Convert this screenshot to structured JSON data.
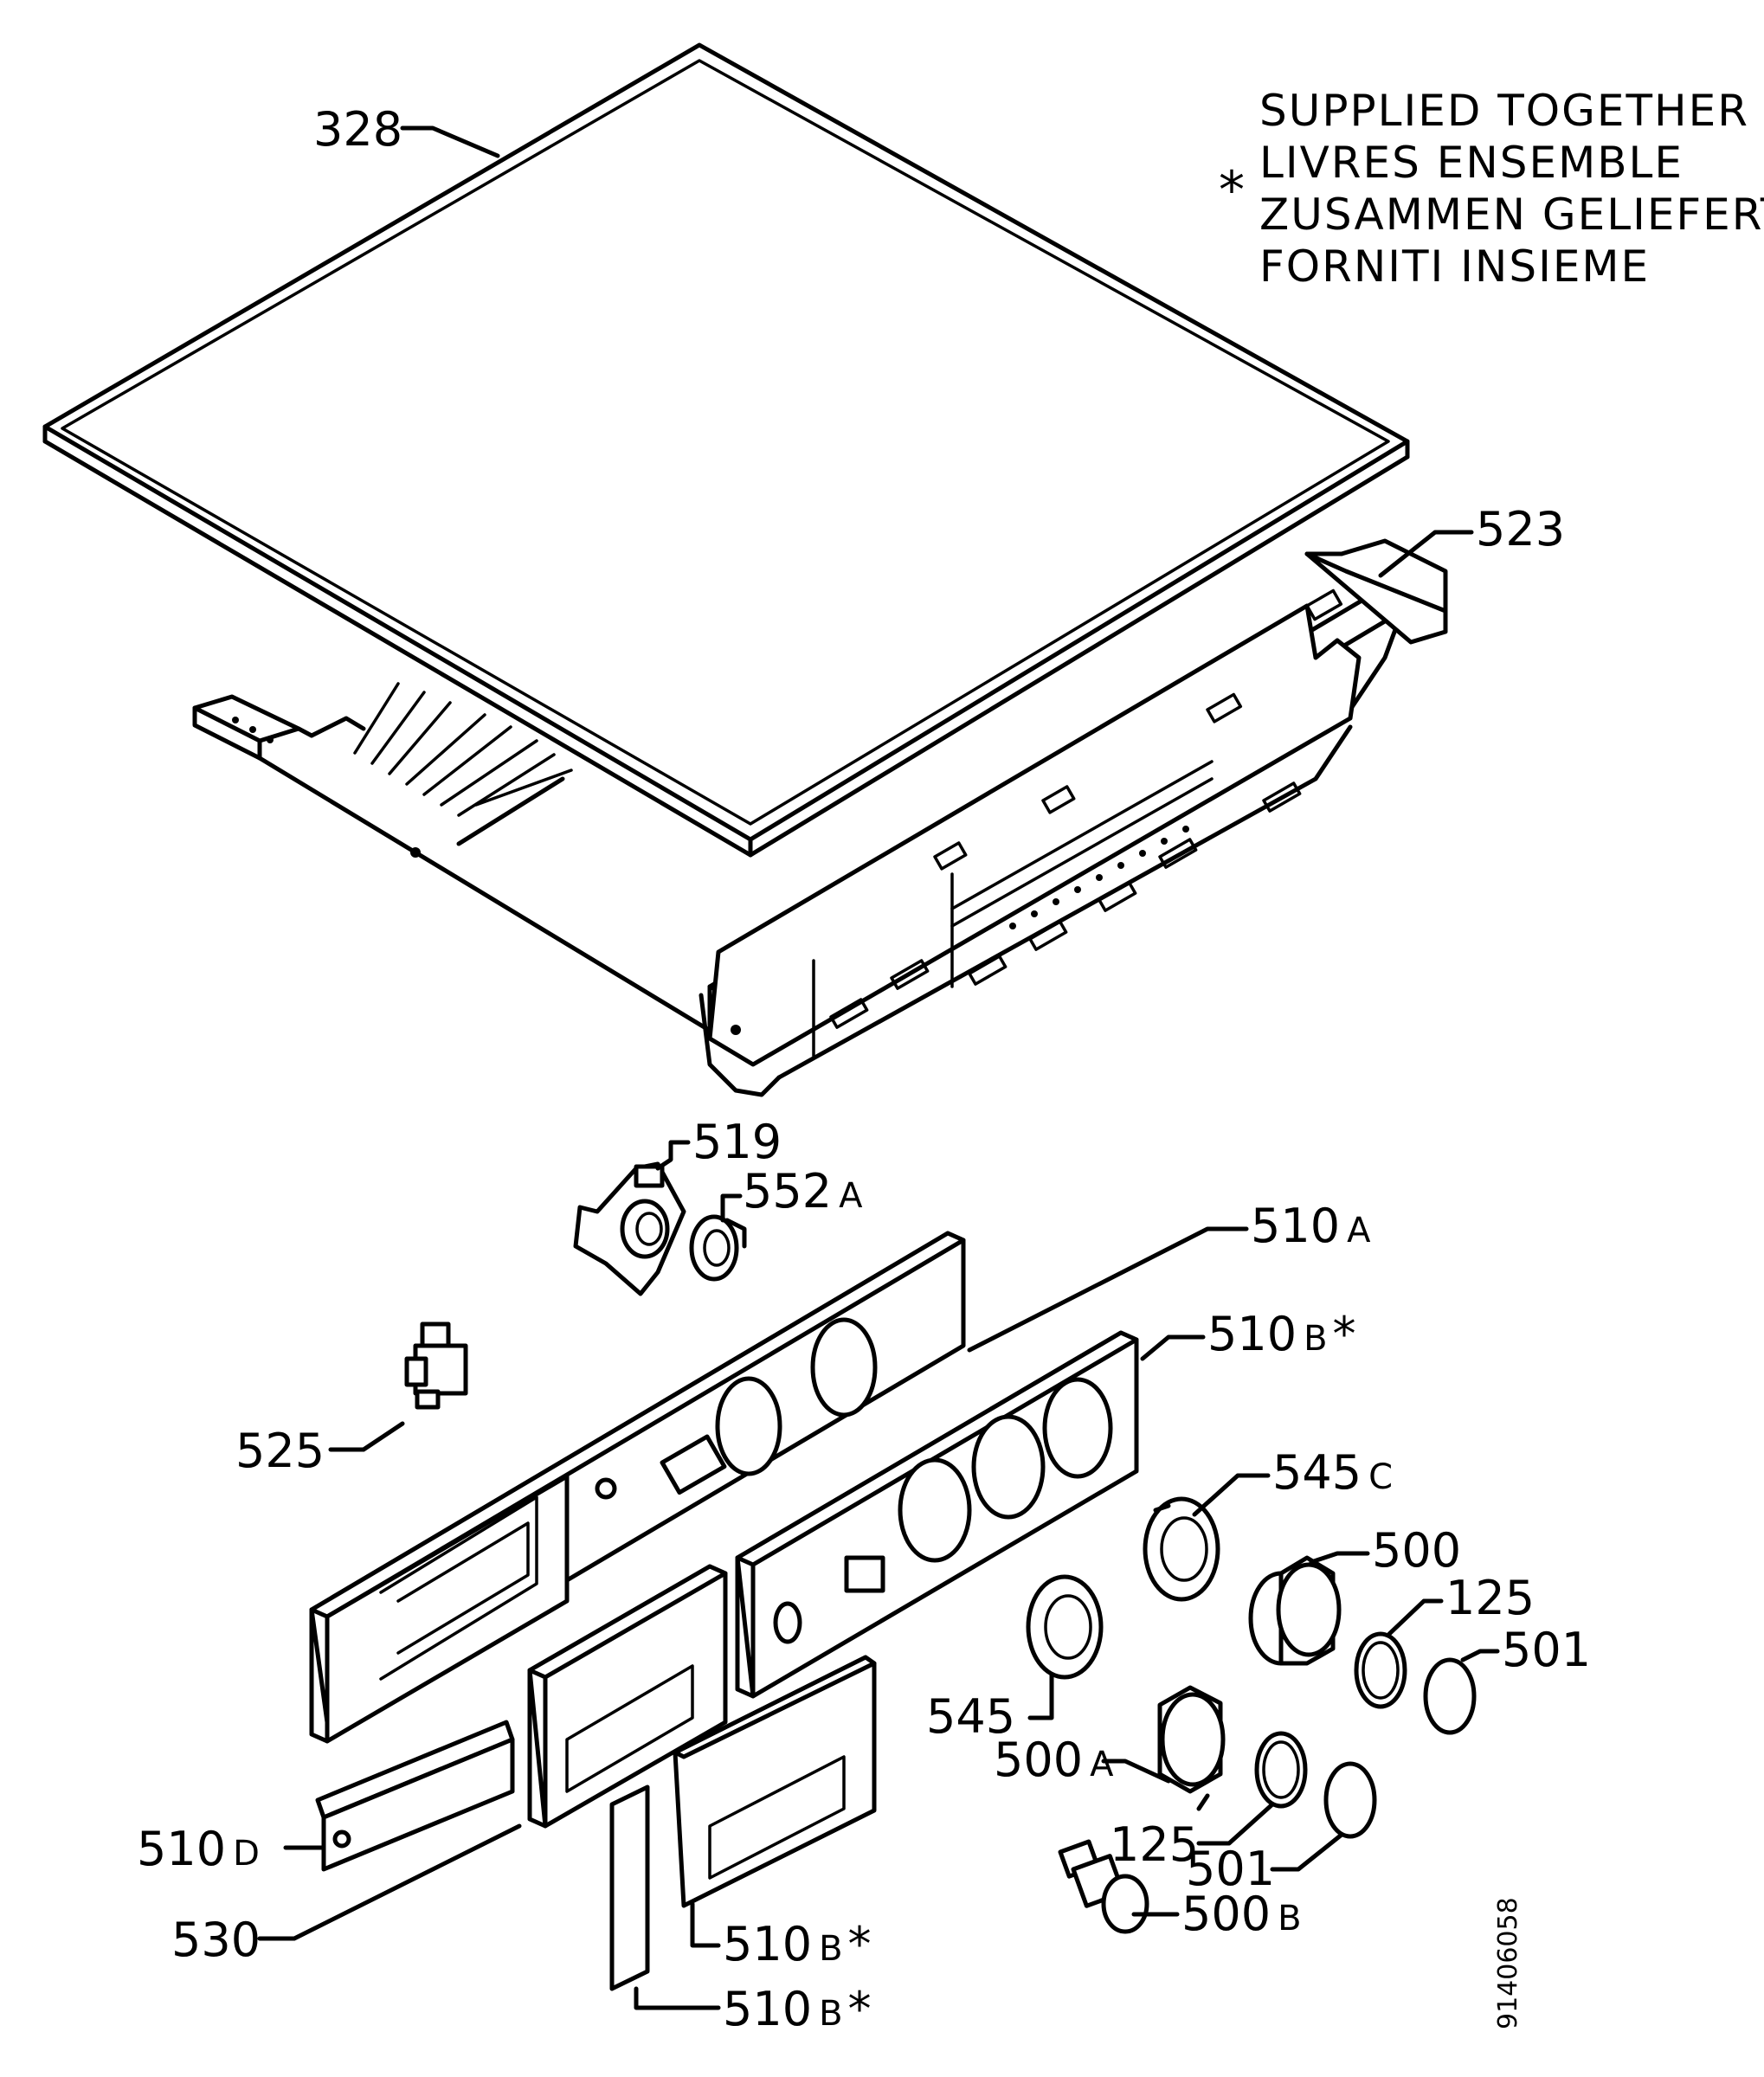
{
  "note": {
    "symbol": "*",
    "lines": [
      "SUPPLIED TOGETHER",
      "LIVRES ENSEMBLE",
      "ZUSAMMEN GELIEFERT",
      "FORNITI INSIEME"
    ]
  },
  "drawing_code": "91406058",
  "labels": {
    "l328": "328",
    "l523": "523",
    "l519": "519",
    "l552": "552",
    "l552s": "A",
    "l510a": "510",
    "l510as": "A",
    "l510b1": "510",
    "l510b1s": "B",
    "l525": "525",
    "l545c": "545",
    "l545cs": "C",
    "l500": "500",
    "l125a": "125",
    "l501a": "501",
    "l545": "545",
    "l500a": "500",
    "l500as": "A",
    "l125b": "125",
    "l501b": "501",
    "l510d": "510",
    "l510ds": "D",
    "l530": "530",
    "l500b": "500",
    "l500bs": "B",
    "l510b2": "510",
    "l510b2s": "B",
    "l510b3": "510",
    "l510b3s": "B",
    "star": "*"
  }
}
